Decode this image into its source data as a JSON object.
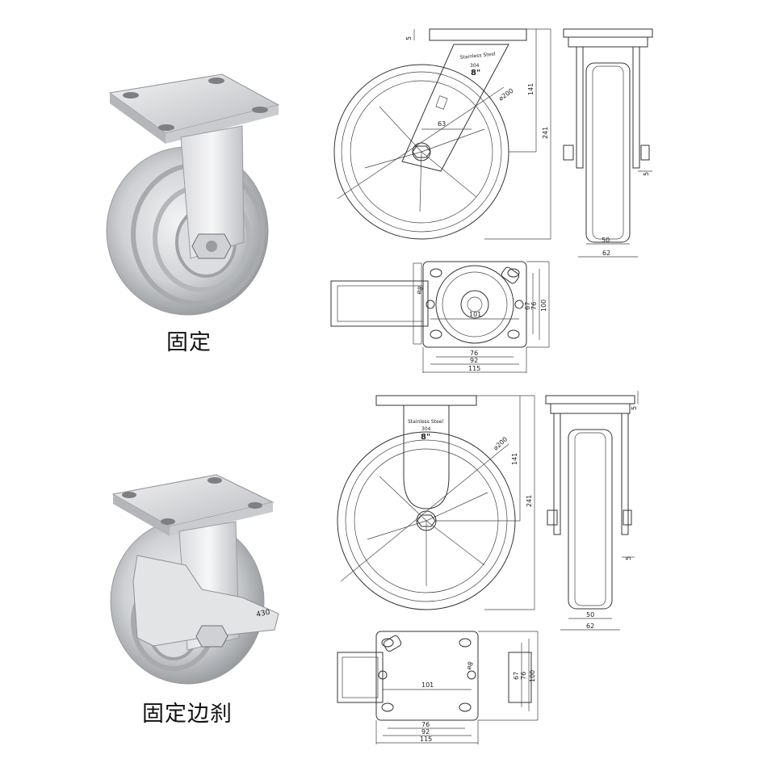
{
  "captions": {
    "top": "固定",
    "bottom": "固定边刹"
  },
  "plate_text": {
    "material": "Stainless Steel",
    "grade": "304",
    "size": "8\""
  },
  "dims": {
    "plate_thickness": "5",
    "bolt_offset": "5",
    "wheel_dia": "⌀200",
    "axle_offset": "63",
    "height_axle": "141",
    "height_total": "241",
    "wheel_width": "50",
    "frame_width": "62",
    "hole_dia": "⌀8",
    "hole_span_x": "101",
    "span_76": "76",
    "span_92": "92",
    "span_115": "115",
    "v_67": "67",
    "v_76": "76",
    "v_100": "100",
    "brake_label": "430"
  },
  "colors": {
    "line": "#333333",
    "metal_light": "#e8e8ea",
    "metal_dark": "#9a9ca0",
    "background": "#ffffff"
  }
}
